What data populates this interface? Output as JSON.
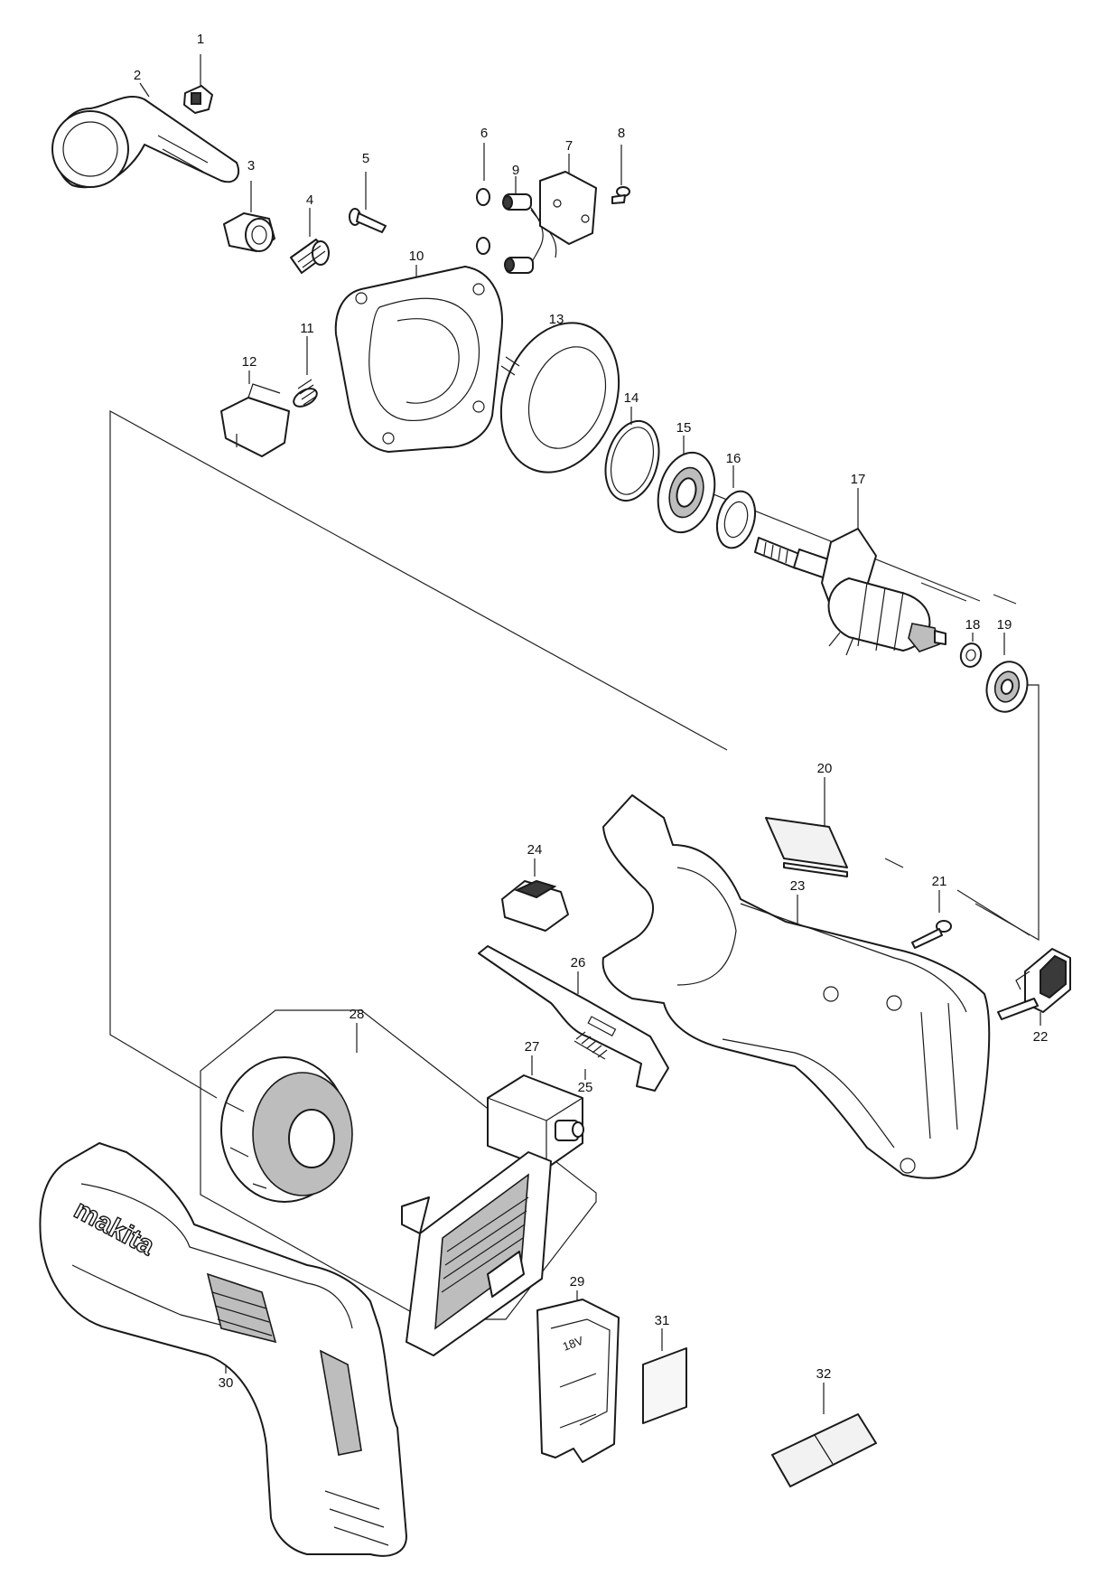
{
  "labels": {
    "p1": "1",
    "p2": "2",
    "p3": "3",
    "p4": "4",
    "p5": "5",
    "p6": "6",
    "p7": "7",
    "p8": "8",
    "p9": "9",
    "p10": "10",
    "p11": "11",
    "p12": "12",
    "p13": "13",
    "p14": "14",
    "p15": "15",
    "p16": "16",
    "p17": "17",
    "p18": "18",
    "p19": "19",
    "p20": "20",
    "p21": "21",
    "p22": "22",
    "p23": "23",
    "p24": "24",
    "p25": "25",
    "p26": "26",
    "p27": "27",
    "p28": "28",
    "p29": "29",
    "p30": "30",
    "p31": "31",
    "p32": "32"
  },
  "brand": {
    "logo_text": "makita",
    "battery_text": "18V"
  }
}
